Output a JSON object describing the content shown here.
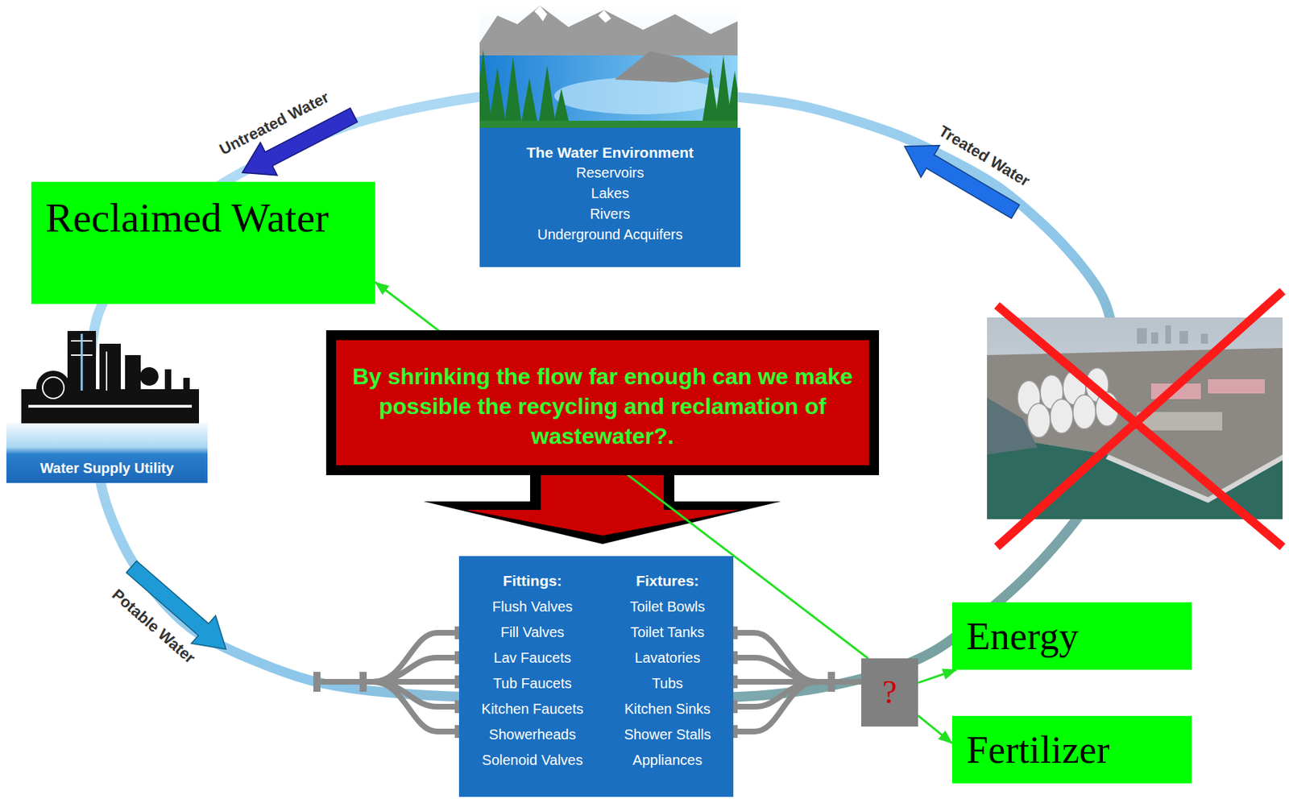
{
  "diagram": {
    "nodes": [
      {
        "text": [
          "The Water Environment",
          "Reservoirs",
          "Lakes",
          "Rivers",
          "Underground Acquifers"
        ]
      },
      {
        "text": [
          "Reclaimed Water"
        ]
      },
      {
        "text": [
          "By shrinking the flow far enough can we make possible the recycling and reclamation of wastewater?."
        ]
      },
      {
        "text": [
          "Water Supply Utility"
        ]
      },
      {
        "text": [
          "Fittings:",
          "Flush Valves",
          "Fill Valves",
          "Lav Faucets",
          "Tub Faucets",
          "Kitchen Faucets",
          "Showerheads",
          "Solenoid Valves",
          "Fixtures:",
          "Toilet Bowls",
          "Toilet Tanks",
          "Lavatories",
          "Tubs",
          "Kitchen Sinks",
          "Shower Stalls",
          "Appliances"
        ]
      },
      {
        "text": [
          "Energy"
        ]
      },
      {
        "text": [
          "?"
        ]
      },
      {
        "text": [
          "Fertilizer"
        ]
      }
    ],
    "edges": [
      {
        "from": 6,
        "to": 1,
        "arrow": "to"
      },
      {
        "from": 6,
        "to": 5,
        "arrow": "to"
      },
      {
        "from": 6,
        "to": 7,
        "arrow": "to"
      }
    ],
    "labels": [
      "Untreated Water",
      "Treated Water",
      "Potable Water"
    ]
  }
}
